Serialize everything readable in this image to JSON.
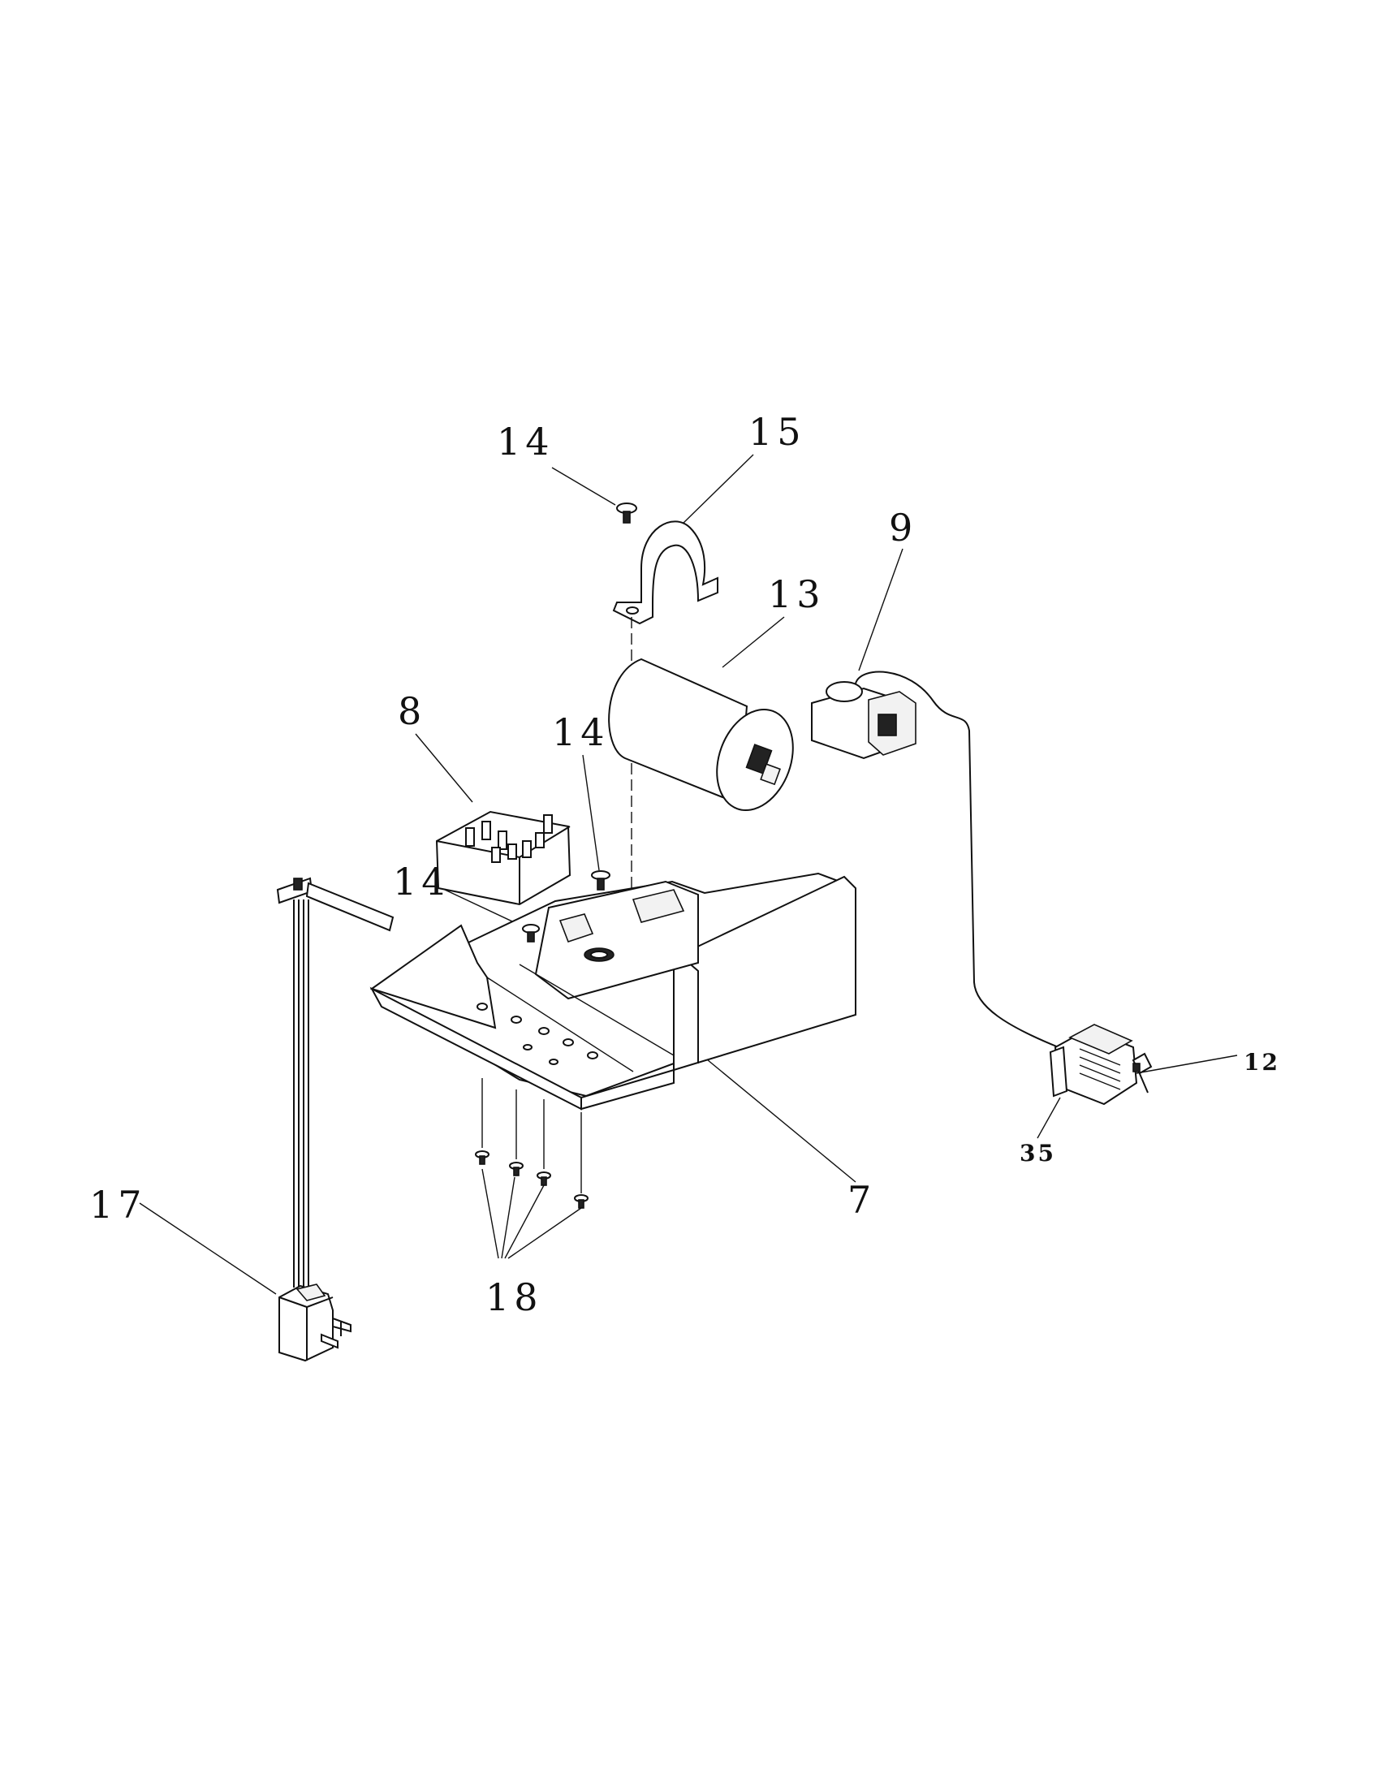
{
  "callouts": {
    "c14_top": "14",
    "c15": "15",
    "c9": "9",
    "c13": "13",
    "c8": "8",
    "c14_mid": "14",
    "c14_left": "14",
    "c17": "17",
    "c12": "12",
    "c35": "35",
    "c7": "7",
    "c18": "18"
  }
}
